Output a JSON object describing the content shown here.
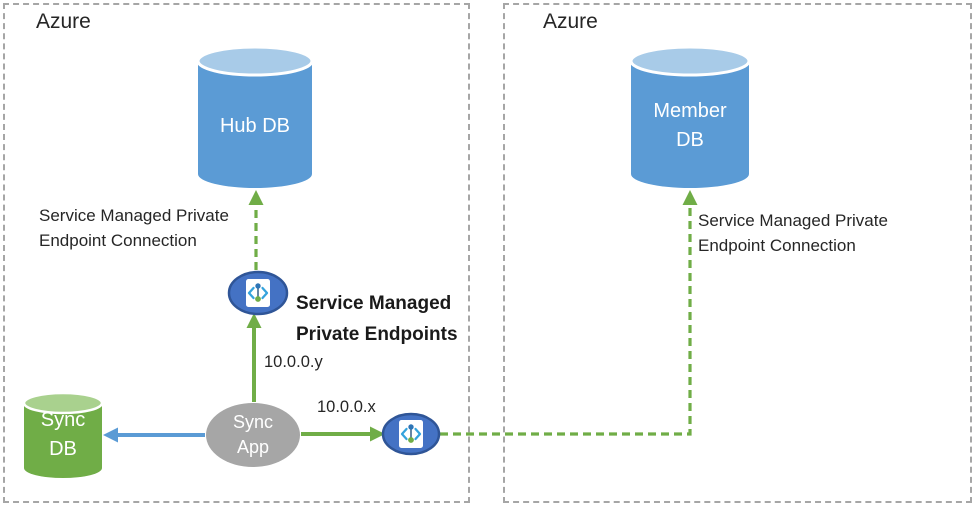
{
  "regions": {
    "left": {
      "label": "Azure"
    },
    "right": {
      "label": "Azure"
    }
  },
  "nodes": {
    "hub_db": {
      "label": "Hub DB"
    },
    "member_db": {
      "line1": "Member",
      "line2": "DB"
    },
    "sync_db": {
      "line1": "Sync",
      "line2": "DB"
    },
    "sync_app": {
      "line1": "Sync",
      "line2": "App"
    },
    "private_endpoint_upper": {
      "icon": "private-endpoint-icon"
    },
    "private_endpoint_right": {
      "icon": "private-endpoint-icon"
    }
  },
  "annotations": {
    "hub_connection": {
      "line1": "Service Managed Private",
      "line2": "Endpoint Connection"
    },
    "member_connection": {
      "line1": "Service Managed Private",
      "line2": "Endpoint Connection"
    },
    "private_endpoints_title": {
      "line1": "Service Managed",
      "line2": "Private Endpoints"
    },
    "ip_up": "10.0.0.y",
    "ip_right": "10.0.0.x"
  },
  "colors": {
    "box_border": "#a6a6a6",
    "db_blue_body": "#5b9bd5",
    "db_blue_top": "#a8cbe8",
    "db_green_body": "#70ad47",
    "db_green_top": "#a9d18e",
    "app_gray": "#a6a6a6",
    "endpoint_fill": "#4472c4",
    "endpoint_border": "#2f5597",
    "arrow_green": "#70ad47",
    "arrow_blue": "#5b9bd5",
    "icon_bracket_blue": "#35a3dc",
    "icon_dot_blue": "#2e75b6",
    "icon_dot_green": "#70ad47"
  }
}
